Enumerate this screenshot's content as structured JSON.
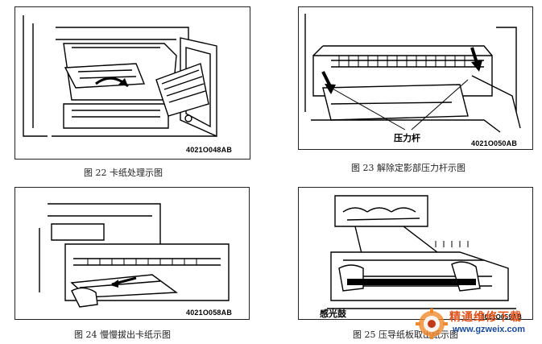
{
  "figures": [
    {
      "code": "4021O048AB",
      "caption": "图 22  卡纸处理示图"
    },
    {
      "code": "4021O050AB",
      "caption": "图 23  解除定影部压力杆示图",
      "callout": "压力杆"
    },
    {
      "code": "4021O058AB",
      "caption": "图 24  慢慢拔出卡纸示图"
    },
    {
      "code": "4021O059AB",
      "caption": "图 25  压导纸板取出纸示图",
      "callout": "感光鼓"
    }
  ],
  "watermark": {
    "title": "精通维修下载",
    "url": "www.gzweix.com"
  }
}
